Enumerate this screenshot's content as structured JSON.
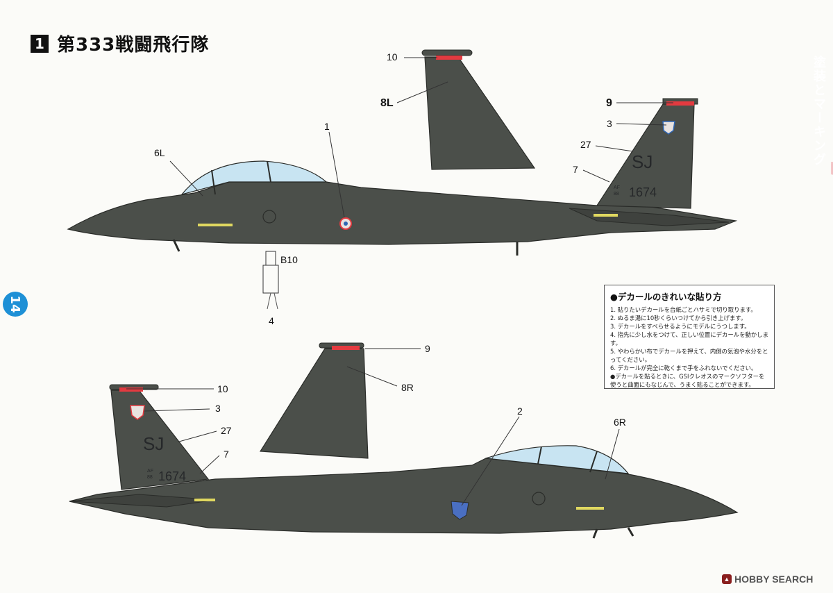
{
  "header": {
    "number": "1",
    "title": "第333戦闘飛行隊"
  },
  "side_tab": {
    "label": "塗装とマーキング"
  },
  "page_number": "14",
  "callouts": {
    "top_10": "10",
    "top_8L": "8L",
    "top_9": "9",
    "top_3": "3",
    "top_27": "27",
    "top_7": "7",
    "top_1": "1",
    "top_6L": "6L",
    "b10": "B10",
    "num_4": "4",
    "bot_9": "9",
    "bot_8R": "8R",
    "bot_10": "10",
    "bot_3": "3",
    "bot_27": "27",
    "bot_7": "7",
    "bot_2": "2",
    "bot_6R": "6R"
  },
  "markings": {
    "tail_code": "SJ",
    "serial": "1674",
    "af_prefix_1": "AF",
    "af_prefix_2": "88"
  },
  "notes": {
    "title": "●デカールのきれいな貼り方",
    "items": [
      "1. 貼りたいデカールを台紙ごとハサミで切り取ります。",
      "2. ぬるま湯に10秒くらいつけてから引き上げます。",
      "3. デカールをすべらせるようにモデルにうつします。",
      "4. 指先に少し水をつけて、正しい位置にデカールを動かします。",
      "5. やわらかい布でデカールを押えて、内側の気泡や水分をとってください。",
      "6. デカールが完全に乾くまで手をふれないでください。",
      "●デカールを貼るときに、GSIクレオスのマークソフターを使うと曲面にもなじんで、うまく貼ることができます。"
    ]
  },
  "watermark": {
    "text": "HOBBY SEARCH"
  },
  "colors": {
    "aircraft": "#4b4f4a",
    "aircraft_dark": "#3a3d39",
    "canopy": "#c8e4f2",
    "accent_red": "#e33a40",
    "side_tab": "#e8505b",
    "page_circle": "#1e90d6"
  }
}
